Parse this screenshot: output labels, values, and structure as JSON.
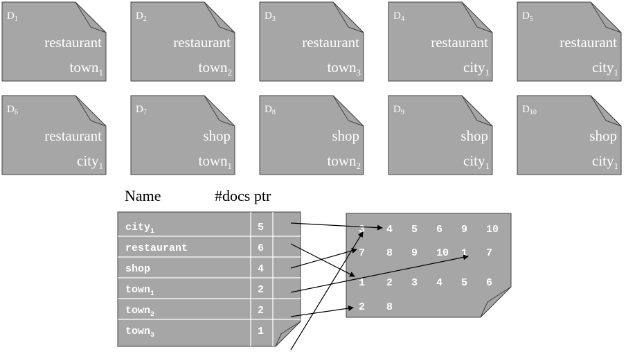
{
  "documents": [
    {
      "id": "D",
      "sub": "1",
      "word1": "restaurant",
      "word2": "town",
      "word2_sub": "1"
    },
    {
      "id": "D",
      "sub": "2",
      "word1": "restaurant",
      "word2": "town",
      "word2_sub": "2"
    },
    {
      "id": "D",
      "sub": "3",
      "word1": "restaurant",
      "word2": "town",
      "word2_sub": "3"
    },
    {
      "id": "D",
      "sub": "4",
      "word1": "restaurant",
      "word2": "city",
      "word2_sub": "1"
    },
    {
      "id": "D",
      "sub": "5",
      "word1": "restaurant",
      "word2": "city",
      "word2_sub": "1"
    },
    {
      "id": "D",
      "sub": "6",
      "word1": "restaurant",
      "word2": "city",
      "word2_sub": "1"
    },
    {
      "id": "D",
      "sub": "7",
      "word1": "shop",
      "word2": "town",
      "word2_sub": "1"
    },
    {
      "id": "D",
      "sub": "8",
      "word1": "shop",
      "word2": "town",
      "word2_sub": "2"
    },
    {
      "id": "D",
      "sub": "9",
      "word1": "shop",
      "word2": "city",
      "word2_sub": "1"
    },
    {
      "id": "D",
      "sub": "10",
      "word1": "shop",
      "word2": "city",
      "word2_sub": "1"
    }
  ],
  "index": {
    "headers": {
      "name": "Name",
      "docs": "#docs ptr"
    },
    "rows": [
      {
        "name": "city",
        "name_sub": "1",
        "count": "5"
      },
      {
        "name": "restaurant",
        "name_sub": "",
        "count": "6"
      },
      {
        "name": "shop",
        "name_sub": "",
        "count": "4"
      },
      {
        "name": "town",
        "name_sub": "1",
        "count": "2"
      },
      {
        "name": "town",
        "name_sub": "2",
        "count": "2"
      },
      {
        "name": "town",
        "name_sub": "3",
        "count": "1"
      }
    ]
  },
  "postings": [
    [
      "3",
      "4",
      "5",
      "6",
      "9",
      "10"
    ],
    [
      "7",
      "8",
      "9",
      "10",
      "1",
      "7"
    ],
    [
      "1",
      "2",
      "3",
      "4",
      "5",
      "6"
    ],
    [
      "2",
      "8"
    ]
  ],
  "colors": {
    "fill": "#a6a6a6",
    "stroke": "#404040",
    "text": "#ffffff",
    "ink": "#000000"
  }
}
